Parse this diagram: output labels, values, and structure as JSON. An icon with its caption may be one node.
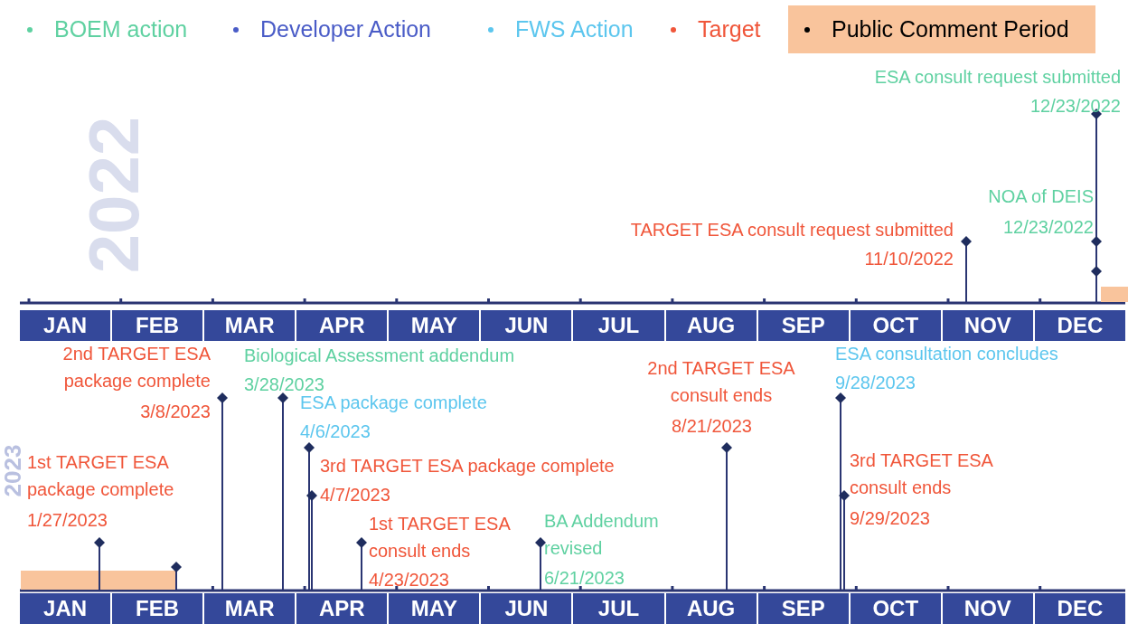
{
  "diagram": {
    "nodes": [
      {
        "text": [],
        "shape": "bar"
      },
      {
        "text": [],
        "shape": "bar"
      }
    ],
    "labels": [
      "ESA consult request submitted",
      "12/23/2022",
      "NOA of DEIS",
      "TARGET ESA consult request submitted",
      "12/23/2022",
      "11/10/2022",
      "JAN",
      "FEB",
      "MAR",
      "APR",
      "MAY",
      "JUN",
      "JUL",
      "AUG",
      "SEP",
      "OCT",
      "NOV",
      "DEC",
      "2nd TARGET ESA package complete",
      "3/8/2023",
      "Biological Assessment addendum",
      "3/28/2023",
      "ESA package complete",
      "4/6/2023",
      "2nd TARGET ESA consult ends",
      "8/21/2023",
      "ESA consultation concludes",
      "9/28/2023",
      "3rd TARGET ESA package complete",
      "4/7/2023",
      "1st TARGET ESA package complete",
      "1/27/2023",
      "3rd TARGET ESA consult ends",
      "9/29/2023",
      "1st TARGET ESA consult ends",
      "4/23/2023",
      "BA Addendum revised",
      "6/21/2023",
      "JAN",
      "FEB",
      "MAR",
      "APR",
      "MAY",
      "JUN",
      "JUL",
      "AUG",
      "SEP",
      "OCT",
      "NOV",
      "DEC",
      "2022",
      "2023"
    ],
    "legend": [
      {
        "text": "BOEM action",
        "color": "#5fd1a1"
      },
      {
        "text": "Developer Action",
        "color": "#4a5cc7"
      },
      {
        "text": "FWS Action",
        "color": "#5cc6ee"
      },
      {
        "text": "Target",
        "color": "#f0563a"
      },
      {
        "text": "Public Comment Period",
        "color": "#f9c49c"
      }
    ]
  }
}
